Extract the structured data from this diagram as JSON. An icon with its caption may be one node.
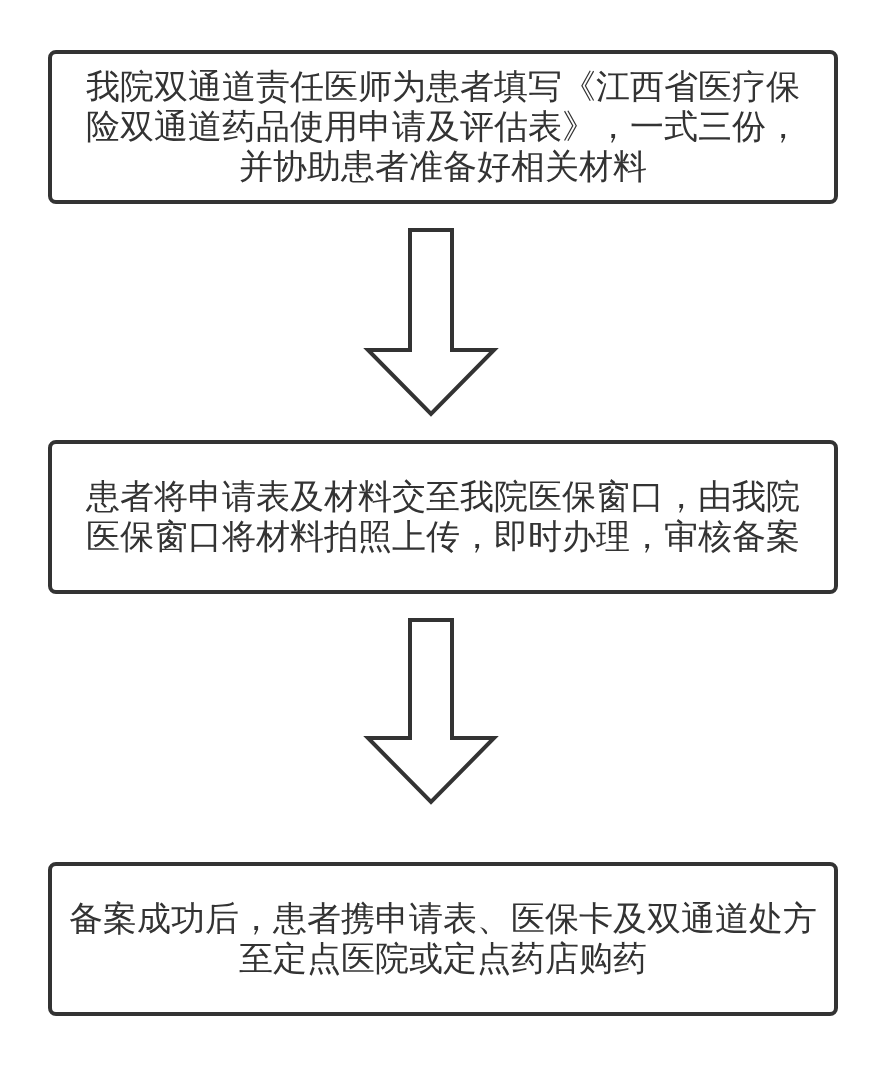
{
  "diagram": {
    "nodes": [
      {
        "text": [
          "我院双通道责任医师为患者填写《江西省医疗保险双通道药品使用申请及评估表》，一式三份，并协助患者准备好相关材料"
        ]
      },
      {
        "text": [
          "患者将申请表及材料交至我院医保窗口，由我院医保窗口将材料拍照上传，即时办理，审核备案"
        ]
      },
      {
        "text": [
          "备案成功后，患者携申请表、医保卡及双通道处方至定点医院或定点药店购药"
        ]
      }
    ],
    "edges": [
      {
        "from": 0,
        "to": 1,
        "arrow": "to"
      },
      {
        "from": 1,
        "to": 2,
        "arrow": "to"
      }
    ]
  }
}
